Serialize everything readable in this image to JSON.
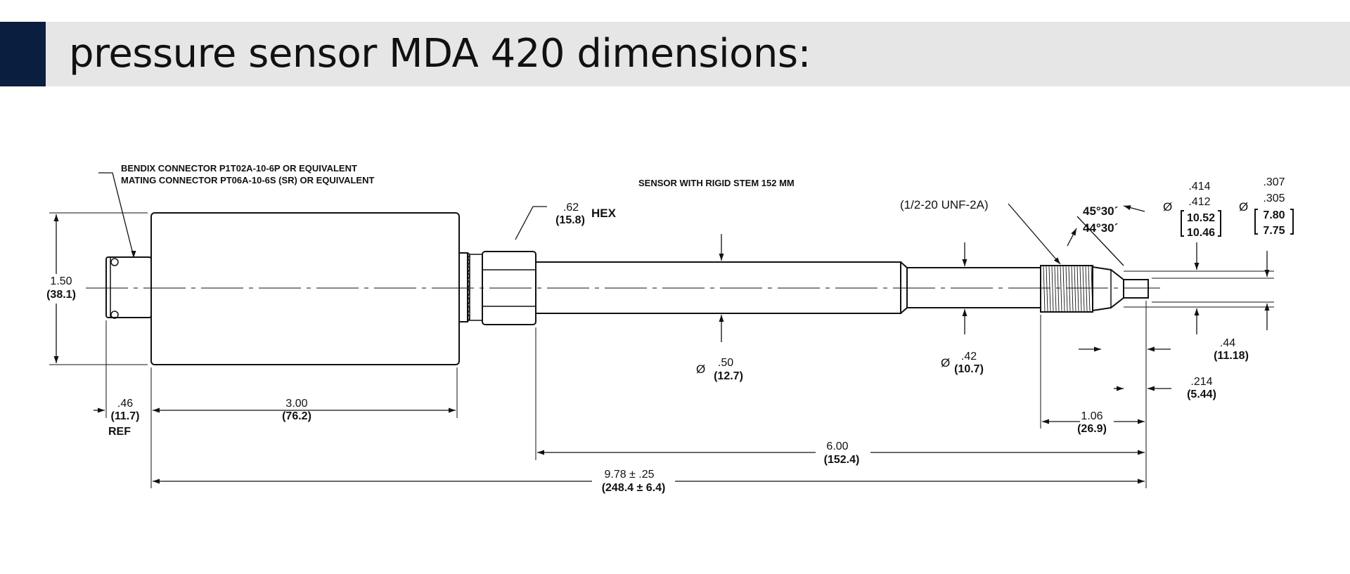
{
  "title": "pressure sensor MDA 420 dimensions:",
  "colors": {
    "accent": "#0a1e3f",
    "title_bar": "#e6e6e6",
    "line": "#111111"
  },
  "notes": {
    "connector_line1": "BENDIX CONNECTOR P1T02A-10-6P OR EQUIVALENT",
    "connector_line2": "MATING CONNECTOR PT06A-10-6S (SR) OR EQUIVALENT",
    "stem": "SENSOR WITH RIGID STEM 152 MM",
    "thread": "(1/2-20 UNF-2A)"
  },
  "dimensions": {
    "height_in": "1.50",
    "height_mm": "(38.1)",
    "connector_len_in": ".46",
    "connector_len_mm": "(11.7)",
    "connector_ref": "REF",
    "body_len_in": "3.00",
    "body_len_mm": "(76.2)",
    "hex_in": ".62",
    "hex_mm": "(15.8)",
    "hex_label": "HEX",
    "stem_dia_sym": "Ø",
    "stem_dia_in": ".50",
    "stem_dia_mm": "(12.7)",
    "tip_dia_sym": "Ø",
    "tip_dia_in": ".42",
    "tip_dia_mm": "(10.7)",
    "angle_max": "45°30´",
    "angle_min": "44°30´",
    "thread_dia_sym": "Ø",
    "thread_dia_max_in": ".414",
    "thread_dia_min_in": ".412",
    "thread_dia_max_mm": "10.52",
    "thread_dia_min_mm": "10.46",
    "end_dia_sym": "Ø",
    "end_dia_max_in": ".307",
    "end_dia_min_in": ".305",
    "end_dia_max_mm": "7.80",
    "end_dia_min_mm": "7.75",
    "thread_len_in": ".44",
    "thread_len_mm": "(11.18)",
    "end_len_in": ".214",
    "end_len_mm": "(5.44)",
    "tip_len_in": "1.06",
    "tip_len_mm": "(26.9)",
    "stem_len_in": "6.00",
    "stem_len_mm": "(152.4)",
    "overall_in": "9.78 ± .25",
    "overall_mm": "(248.4 ± 6.4)"
  }
}
